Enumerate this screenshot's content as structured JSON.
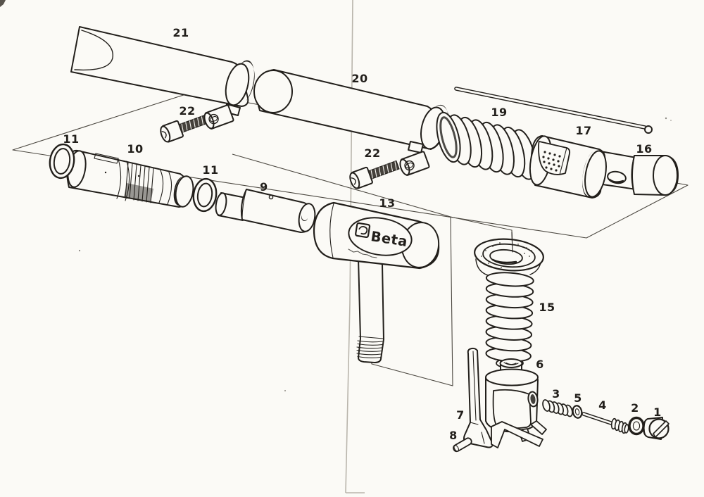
{
  "theme": {
    "ink": "#221f1b",
    "paper": "#fbfaf6",
    "divider": "#b9b5ac"
  },
  "diagram": {
    "brand": "Beta",
    "part_labels": [
      {
        "id": "part-21-chisel",
        "text": "21"
      },
      {
        "id": "part-22-screw-upper",
        "text": "22"
      },
      {
        "id": "part-20-cylinder",
        "text": "20"
      },
      {
        "id": "part-19-spring",
        "text": "19"
      },
      {
        "id": "part-17-sleeve",
        "text": "17"
      },
      {
        "id": "part-16-end-cap",
        "text": "16"
      },
      {
        "id": "part-22-screw-lower",
        "text": "22"
      },
      {
        "id": "part-11-oring-left",
        "text": "11"
      },
      {
        "id": "part-10-barrel",
        "text": "10"
      },
      {
        "id": "part-11-oring-right",
        "text": "11"
      },
      {
        "id": "part-9-piston",
        "text": "9"
      },
      {
        "id": "part-13-handle",
        "text": "13"
      },
      {
        "id": "part-15-bellows",
        "text": "15"
      },
      {
        "id": "part-6-valve-body",
        "text": "6"
      },
      {
        "id": "part-7-trigger-lever",
        "text": "7"
      },
      {
        "id": "part-8-pin",
        "text": "8"
      },
      {
        "id": "part-3-small-spring",
        "text": "3"
      },
      {
        "id": "part-5-washer",
        "text": "5"
      },
      {
        "id": "part-4-valve-stem",
        "text": "4"
      },
      {
        "id": "part-2-oring",
        "text": "2"
      },
      {
        "id": "part-1-screw-plug",
        "text": "1"
      }
    ]
  }
}
